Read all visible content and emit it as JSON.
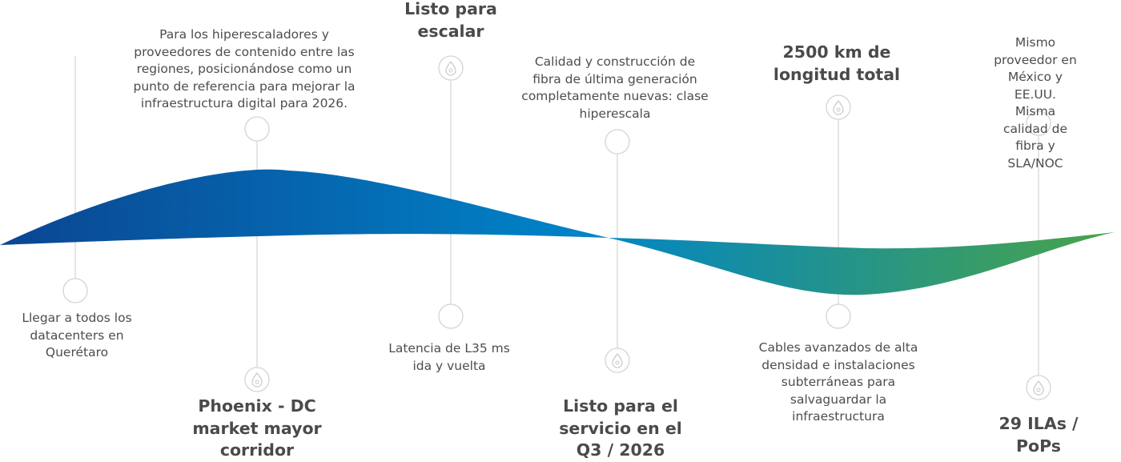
{
  "colors": {
    "wave_start": "#0b4592",
    "wave_mid": "#0084c8",
    "wave_end": "#4aa448",
    "connector": "#d4d4d4",
    "text": "#4d4d4d",
    "heading": "#4a4a4a"
  },
  "milestones": [
    {
      "id": "queretaro",
      "kind": "plain",
      "text": "Llegar a todos los\ndatacenters en\nQuerétaro"
    },
    {
      "id": "phoenix",
      "kind": "plain",
      "text": "Para los hiperescaladores y\nproveedores de contenido entre las\nregiones, posicionándose como un\npunto de referencia para mejorar la\ninfraestructura digital para 2026.",
      "heading": "Phoenix - DC\nmarket mayor\ncorridor",
      "icon": "drop-icon"
    },
    {
      "id": "listo-escalar",
      "kind": "plain",
      "heading": "Listo para\nescalar",
      "text": "Latencia de L35 ms\nida y vuelta",
      "icon": "drop-icon"
    },
    {
      "id": "hiperescala",
      "kind": "plain",
      "text": "Calidad y construcción de\nfibra de última generación\ncompletamente nuevas: clase\nhiperescala",
      "heading": "Listo para el\nservicio en el\nQ3 / 2026",
      "icon": "drop-icon"
    },
    {
      "id": "longitud",
      "kind": "plain",
      "heading": "2500 km de\nlongitud total",
      "text": "Cables avanzados de alta\ndensidad e instalaciones\nsubterráneas para\nsalvaguardar la\ninfraestructura",
      "icon": "drop-icon"
    },
    {
      "id": "proveedor",
      "kind": "plain",
      "text": "Mismo proveedor en\nMéxico y EE.UU. Misma\ncalidad de fibra y\nSLA/NOC",
      "heading": "29 ILAs / PoPs",
      "icon": "drop-icon"
    }
  ]
}
